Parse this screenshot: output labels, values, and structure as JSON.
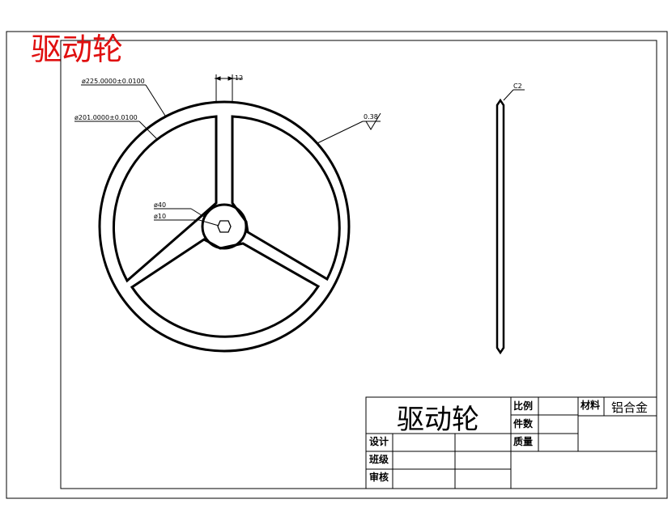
{
  "header": {
    "title": "驱动轮"
  },
  "dimensions": {
    "outer_diameter": "ø225.0000±0.0100",
    "inner_diameter": "ø201.0000±0.0100",
    "hub_diameter": "ø40",
    "bore_diameter": "ø10",
    "spoke_width": "12",
    "roughness": "0.38",
    "chamfer": "C2"
  },
  "title_block": {
    "part_name": "驱动轮",
    "scale_label": "比例",
    "quantity_label": "件数",
    "weight_label": "质量",
    "material_label": "材料",
    "material_value": "铝合金",
    "designer_label": "设计",
    "class_label": "班级",
    "reviewer_label": "审核"
  }
}
